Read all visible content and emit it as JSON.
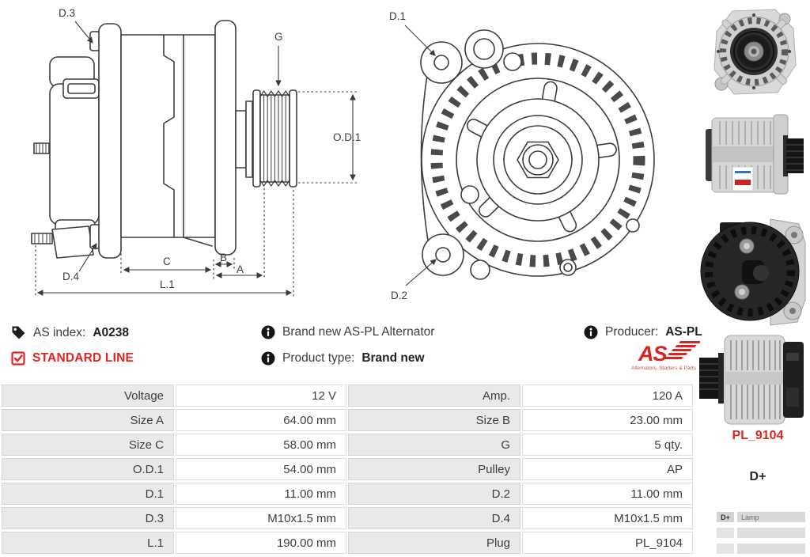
{
  "colors": {
    "accent_red": "#e2241f",
    "text_dark": "#3b3b3b",
    "table_label_bg": "#e9e9e9",
    "table_border": "#d4d4d4",
    "drawing_line": "#3d3d3d"
  },
  "icons": {
    "as_index": "tag-icon",
    "line_badge": "checkbox-checked-icon",
    "info": "info-icon"
  },
  "diagrams": {
    "side_view": {
      "labels": {
        "d3": "D.3",
        "g": "G",
        "od1": "O.D.1",
        "d4": "D.4",
        "c": "C",
        "b": "B",
        "a": "A",
        "l1": "L.1"
      }
    },
    "front_view": {
      "labels": {
        "d1": "D.1",
        "d2": "D.2"
      }
    }
  },
  "info": {
    "as_index": {
      "label": "AS index:",
      "value": "A0238"
    },
    "line_badge": "STANDARD LINE",
    "description": "Brand new AS-PL Alternator",
    "product_type": {
      "label": "Product type:",
      "value": "Brand new"
    },
    "producer": {
      "label": "Producer:",
      "value": "AS-PL"
    }
  },
  "brand": {
    "logo_text": "AS",
    "tagline": "Alternators, Starters & Parts"
  },
  "spec_table": {
    "rows": [
      {
        "c0": "Voltage",
        "c1": "12 V",
        "c2": "Amp.",
        "c3": "120 A"
      },
      {
        "c0": "Size A",
        "c1": "64.00 mm",
        "c2": "Size B",
        "c3": "23.00 mm"
      },
      {
        "c0": "Size C",
        "c1": "58.00 mm",
        "c2": "G",
        "c3": "5 qty."
      },
      {
        "c0": "O.D.1",
        "c1": "54.00 mm",
        "c2": "Pulley",
        "c3": "AP"
      },
      {
        "c0": "D.1",
        "c1": "11.00 mm",
        "c2": "D.2",
        "c3": "11.00 mm"
      },
      {
        "c0": "D.3",
        "c1": "M10x1.5 mm",
        "c2": "D.4",
        "c3": "M10x1.5 mm"
      },
      {
        "c0": "L.1",
        "c1": "190.00 mm",
        "c2": "Plug",
        "c3": "PL_9104"
      }
    ]
  },
  "side_panel": {
    "plug_code": "PL_9104",
    "terminal": "D+",
    "terminal_table": {
      "rows": [
        {
          "pin": "D+",
          "function": "Lamp"
        },
        {
          "pin": "",
          "function": ""
        },
        {
          "pin": "",
          "function": ""
        }
      ]
    }
  }
}
